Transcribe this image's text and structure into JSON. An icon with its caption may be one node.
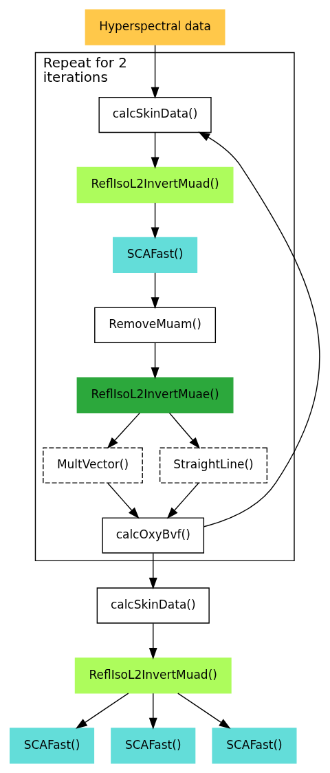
{
  "diagram": {
    "nodes": [
      {
        "text": [
          "Hyperspectral data"
        ]
      },
      {
        "text": [
          "Repeat for 2 iterations"
        ]
      },
      {
        "text": [
          "calcSkinData()"
        ],
        "in": 1
      },
      {
        "text": [
          "ReflIsoL2InvertMuad()"
        ],
        "in": 1
      },
      {
        "text": [
          "SCAFast()"
        ],
        "in": 1
      },
      {
        "text": [
          "RemoveMuam()"
        ],
        "in": 1
      },
      {
        "text": [
          "ReflIsoL2InvertMuae()"
        ],
        "in": 1
      },
      {
        "text": [
          "MultVector()"
        ],
        "in": 1
      },
      {
        "text": [
          "StraightLine()"
        ],
        "in": 1
      },
      {
        "text": [
          "calcOxyBvf()"
        ],
        "in": 1
      },
      {
        "text": [
          "calcSkinData()"
        ]
      },
      {
        "text": [
          "ReflIsoL2InvertMuad()"
        ]
      },
      {
        "text": [
          "SCAFast()"
        ]
      },
      {
        "text": [
          "SCAFast()"
        ]
      },
      {
        "text": [
          "SCAFast()"
        ]
      }
    ],
    "edges": [
      {
        "from": 0,
        "to": 2,
        "arrow": "to"
      },
      {
        "from": 2,
        "to": 3,
        "arrow": "to"
      },
      {
        "from": 3,
        "to": 4,
        "arrow": "to"
      },
      {
        "from": 4,
        "to": 5,
        "arrow": "to"
      },
      {
        "from": 5,
        "to": 6,
        "arrow": "to"
      },
      {
        "from": 6,
        "to": 7,
        "arrow": "to"
      },
      {
        "from": 6,
        "to": 8,
        "arrow": "to"
      },
      {
        "from": 7,
        "to": 9,
        "arrow": "to"
      },
      {
        "from": 8,
        "to": 9,
        "arrow": "to"
      },
      {
        "from": 9,
        "to": 2,
        "arrow": "to"
      },
      {
        "from": 9,
        "to": 10,
        "arrow": "to"
      },
      {
        "from": 10,
        "to": 11,
        "arrow": "to"
      },
      {
        "from": 11,
        "to": 12,
        "arrow": "to"
      },
      {
        "from": 11,
        "to": 13,
        "arrow": "to"
      },
      {
        "from": 11,
        "to": 14,
        "arrow": "to"
      }
    ]
  }
}
